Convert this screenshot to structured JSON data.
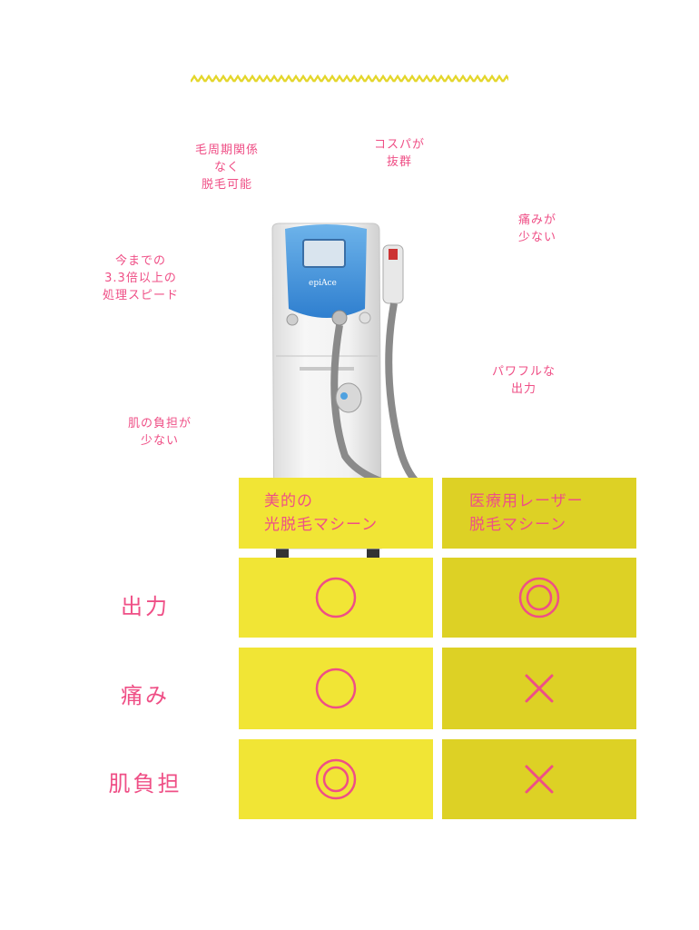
{
  "colors": {
    "accent": "#ef4f86",
    "cell_yellow": "#f1e535",
    "cell_olive": "#ddd125"
  },
  "features": {
    "cycle": "毛周期関係\nなく\n脱毛可能",
    "cost": "コスパが\n抜群",
    "pain": "痛みが\n少ない",
    "speed": "今までの\n3.3倍以上の\n処理スピード",
    "power": "パワフルな\n出力",
    "skin": "肌の負担が\n少ない"
  },
  "device": {
    "brand": "epiAce"
  },
  "comparison": {
    "columns": [
      "美的の\n光脱毛マシーン",
      "医療用レーザー\n脱毛マシーン"
    ],
    "rows": [
      {
        "label": "出力",
        "col1": "circle",
        "col2": "double-circle"
      },
      {
        "label": "痛み",
        "col1": "circle",
        "col2": "cross"
      },
      {
        "label": "肌負担",
        "col1": "double-circle",
        "col2": "cross"
      }
    ]
  }
}
